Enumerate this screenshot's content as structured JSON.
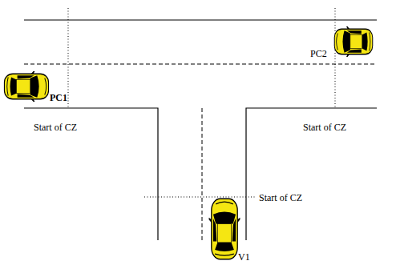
{
  "diagram": {
    "labels": [
      "PC2",
      "PC1",
      "Start of CZ",
      "Start of CZ",
      "Start of CZ",
      "V1"
    ]
  }
}
